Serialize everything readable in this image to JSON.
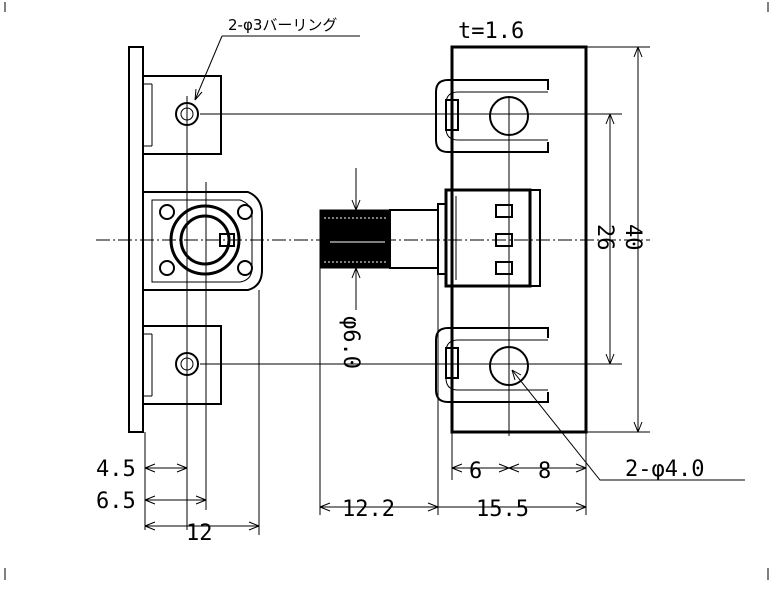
{
  "notes": {
    "burring": "2-φ3バーリング",
    "thickness": "t=1.6",
    "holes": "2-φ4.0",
    "shaft_dia": "φ6.0"
  },
  "dimensions": {
    "d_4_5": "4.5",
    "d_6_5": "6.5",
    "d_12": "12",
    "d_12_2": "12.2",
    "d_15_5": "15.5",
    "d_6": "6",
    "d_8": "8",
    "d_26": "26",
    "d_40": "40"
  }
}
